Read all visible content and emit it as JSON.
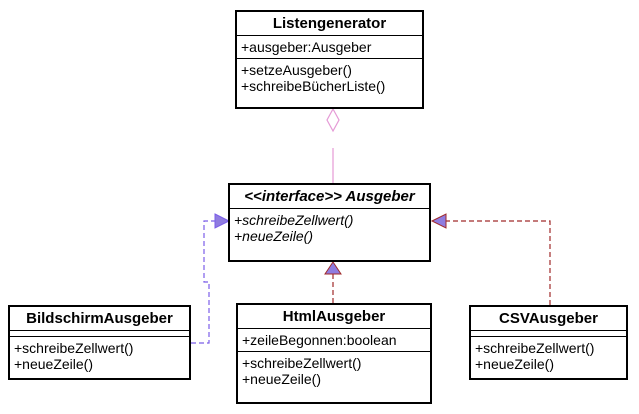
{
  "listengenerator": {
    "name": "Listengenerator",
    "attributes": [
      "+ausgeber:Ausgeber"
    ],
    "methods": [
      "+setzeAusgeber()",
      "+schreibeBücherListe()"
    ]
  },
  "ausgeber": {
    "stereotype": "<<interface>>",
    "name": "Ausgeber",
    "methods": [
      "+schreibeZellwert()",
      "+neueZeile()"
    ]
  },
  "bildschirm": {
    "name": "BildschirmAusgeber",
    "methods": [
      "+schreibeZellwert()",
      "+neueZeile()"
    ]
  },
  "html": {
    "name": "HtmlAusgeber",
    "attributes": [
      "+zeileBegonnen:boolean"
    ],
    "methods": [
      "+schreibeZellwert()",
      "+neueZeile()"
    ]
  },
  "csv": {
    "name": "CSVAusgeber",
    "methods": [
      "+schreibeZellwert()",
      "+neueZeile()"
    ]
  },
  "colors": {
    "aggregation": "#e59ad6",
    "realization_bildschirm": "#7b5ee8",
    "realization_other": "#a02a2a",
    "triangle_fill": "#8f7ce0"
  }
}
